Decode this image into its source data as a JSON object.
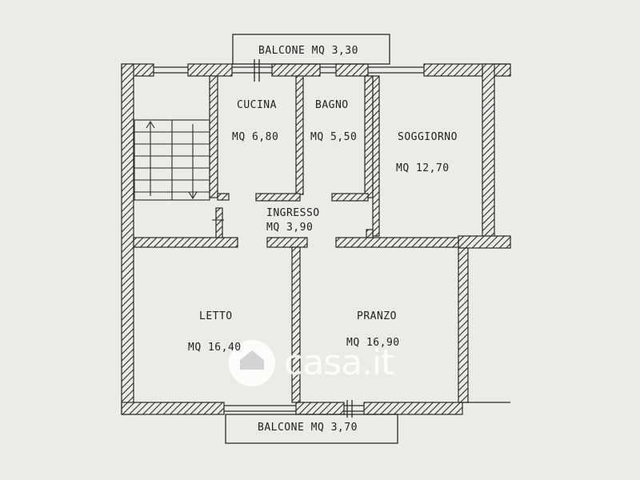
{
  "rooms": {
    "balcone_top": {
      "name": "BALCONE",
      "area": "MQ 3,30"
    },
    "cucina": {
      "name": "CUCINA",
      "area": "MQ 6,80"
    },
    "bagno": {
      "name": "BAGNO",
      "area": "MQ 5,50"
    },
    "soggiorno": {
      "name": "SOGGIORNO",
      "area": "MQ 12,70"
    },
    "ingresso": {
      "name": "INGRESSO",
      "area": "MQ 3,90"
    },
    "letto": {
      "name": "LETTO",
      "area": "MQ 16,40"
    },
    "pranzo": {
      "name": "PRANZO",
      "area": "MQ 16,90"
    },
    "balcone_bottom": {
      "name": "BALCONE",
      "area": "MQ 3,70"
    }
  },
  "watermark": {
    "text": "casa.it"
  },
  "colors": {
    "paper": "#ecebe6",
    "line": "#2a2a2a",
    "watermark": "#ffffff"
  }
}
